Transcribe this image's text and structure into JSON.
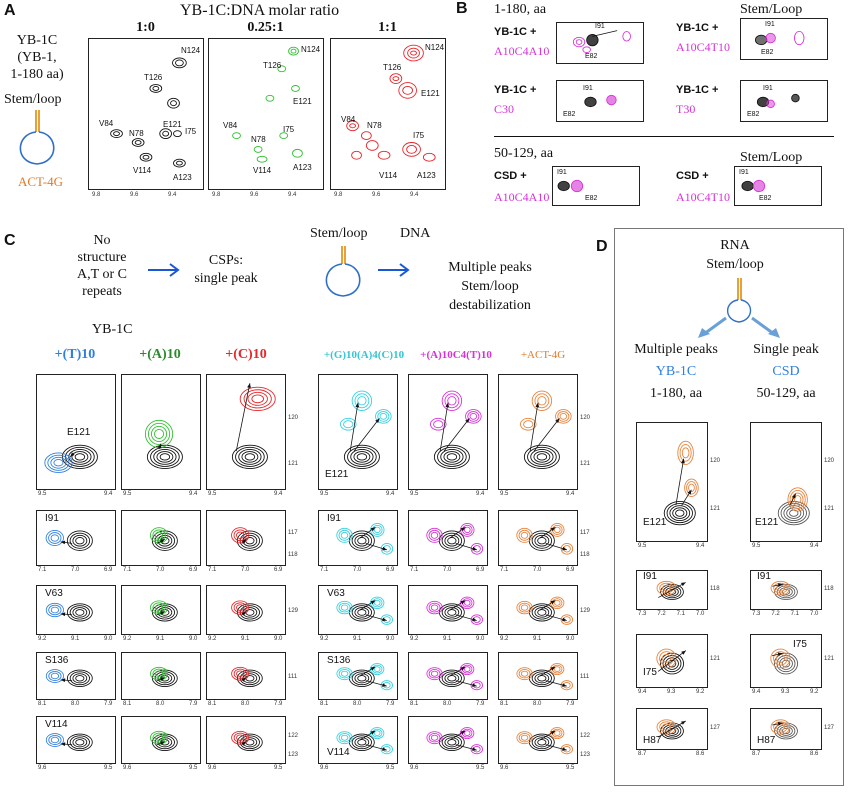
{
  "colors": {
    "black": "#111111",
    "green": "#2fbf2f",
    "red": "#e5262a",
    "blue": "#2f7fe0",
    "magenta": "#d632d6",
    "cyan": "#35d0e0",
    "orange": "#e8823a",
    "arrow": "#1a57d6",
    "orange_text": "#e07a2a",
    "darkgreen": "#2b8a2b"
  },
  "panel_a": {
    "label": "A",
    "title": "YB-1C:DNA molar ratio",
    "protein": "YB-1C",
    "protein_desc": "(YB-1,",
    "protein_range": "1-180 aa)",
    "stemloop": "Stem/loop",
    "oligo": "ACT-4G",
    "ratios": [
      "1:0",
      "0.25:1",
      "1:1"
    ],
    "ticks_x": [
      "9.8",
      "9.6",
      "9.4"
    ],
    "peaks": [
      "N124",
      "T126",
      "E121",
      "V84",
      "N78",
      "I75",
      "V114",
      "A123"
    ]
  },
  "panel_b": {
    "label": "B",
    "section1": "1-180, aa",
    "section1_right": "Stem/Loop",
    "section2": "50-129, aa",
    "section2_right": "Stem/Loop",
    "rows": [
      {
        "left_a": "YB-1C +",
        "left_b": "A10C4A10",
        "right_a": "YB-1C +",
        "right_b": "A10C4T10"
      },
      {
        "left_a": "YB-1C +",
        "left_b": "C30",
        "right_a": "YB-1C +",
        "right_b": "T30"
      },
      {
        "left_a": "CSD +",
        "left_b": "A10C4A10",
        "right_a": "CSD +",
        "right_b": "A10C4T10"
      }
    ],
    "peaks": [
      "I91",
      "E82"
    ],
    "ticks_x": [
      "7.2",
      "7.0"
    ],
    "ticks_y": [
      "117",
      "118"
    ]
  },
  "panel_c": {
    "label": "C",
    "no_structure": "No",
    "no_structure2": "structure",
    "no_structure3": "A,T or C",
    "no_structure4": "repeats",
    "csp": "CSPs:",
    "csp2": "single peak",
    "stemloop": "Stem/loop",
    "dna": "DNA",
    "multiple": "Multiple peaks",
    "destab1": "Stem/loop",
    "destab2": "destabilization",
    "protein": "YB-1C",
    "cols": [
      "+(T)10",
      "+(A)10",
      "+(C)10",
      "+(G)10(A)4(C)10",
      "+(A)10C4(T)10",
      "+ACT-4G"
    ],
    "rows": [
      {
        "peak": "E121",
        "ticks_x": [
          "9.5",
          "9.4"
        ],
        "ticks_y": [
          "120",
          "121"
        ]
      },
      {
        "peak": "I91",
        "ticks_x": [
          "7.1",
          "7.0",
          "6.9"
        ],
        "ticks_y": [
          "117",
          "118"
        ]
      },
      {
        "peak": "V63",
        "ticks_x": [
          "9.2",
          "9.1",
          "9.0"
        ],
        "ticks_y": [
          "129"
        ]
      },
      {
        "peak": "S136",
        "ticks_x": [
          "8.1",
          "8.0",
          "7.9"
        ],
        "ticks_y": [
          "111"
        ]
      },
      {
        "peak": "V114",
        "ticks_x": [
          "9.6",
          "9.5"
        ],
        "ticks_y": [
          "122",
          "123"
        ]
      }
    ]
  },
  "panel_d": {
    "label": "D",
    "rna": "RNA",
    "stemloop": "Stem/loop",
    "left_title": "Multiple peaks",
    "left_protein": "YB-1C",
    "left_range": "1-180, aa",
    "right_title": "Single peak",
    "right_protein": "CSD",
    "right_range": "50-129, aa",
    "rows": [
      {
        "peak": "E121",
        "ticks_x": [
          "9.5",
          "9.4"
        ],
        "ticks_y": [
          "120",
          "121"
        ]
      },
      {
        "peak": "I91",
        "ticks_x": [
          "7.3",
          "7.2",
          "7.1",
          "7.0"
        ],
        "ticks_y": [
          "118"
        ]
      },
      {
        "peak": "I75",
        "ticks_x": [
          "9.4",
          "9.3",
          "9.2"
        ],
        "ticks_y": [
          "121"
        ]
      },
      {
        "peak": "H87",
        "ticks_x": [
          "8.7",
          "8.6"
        ],
        "ticks_y": [
          "127"
        ]
      }
    ]
  }
}
